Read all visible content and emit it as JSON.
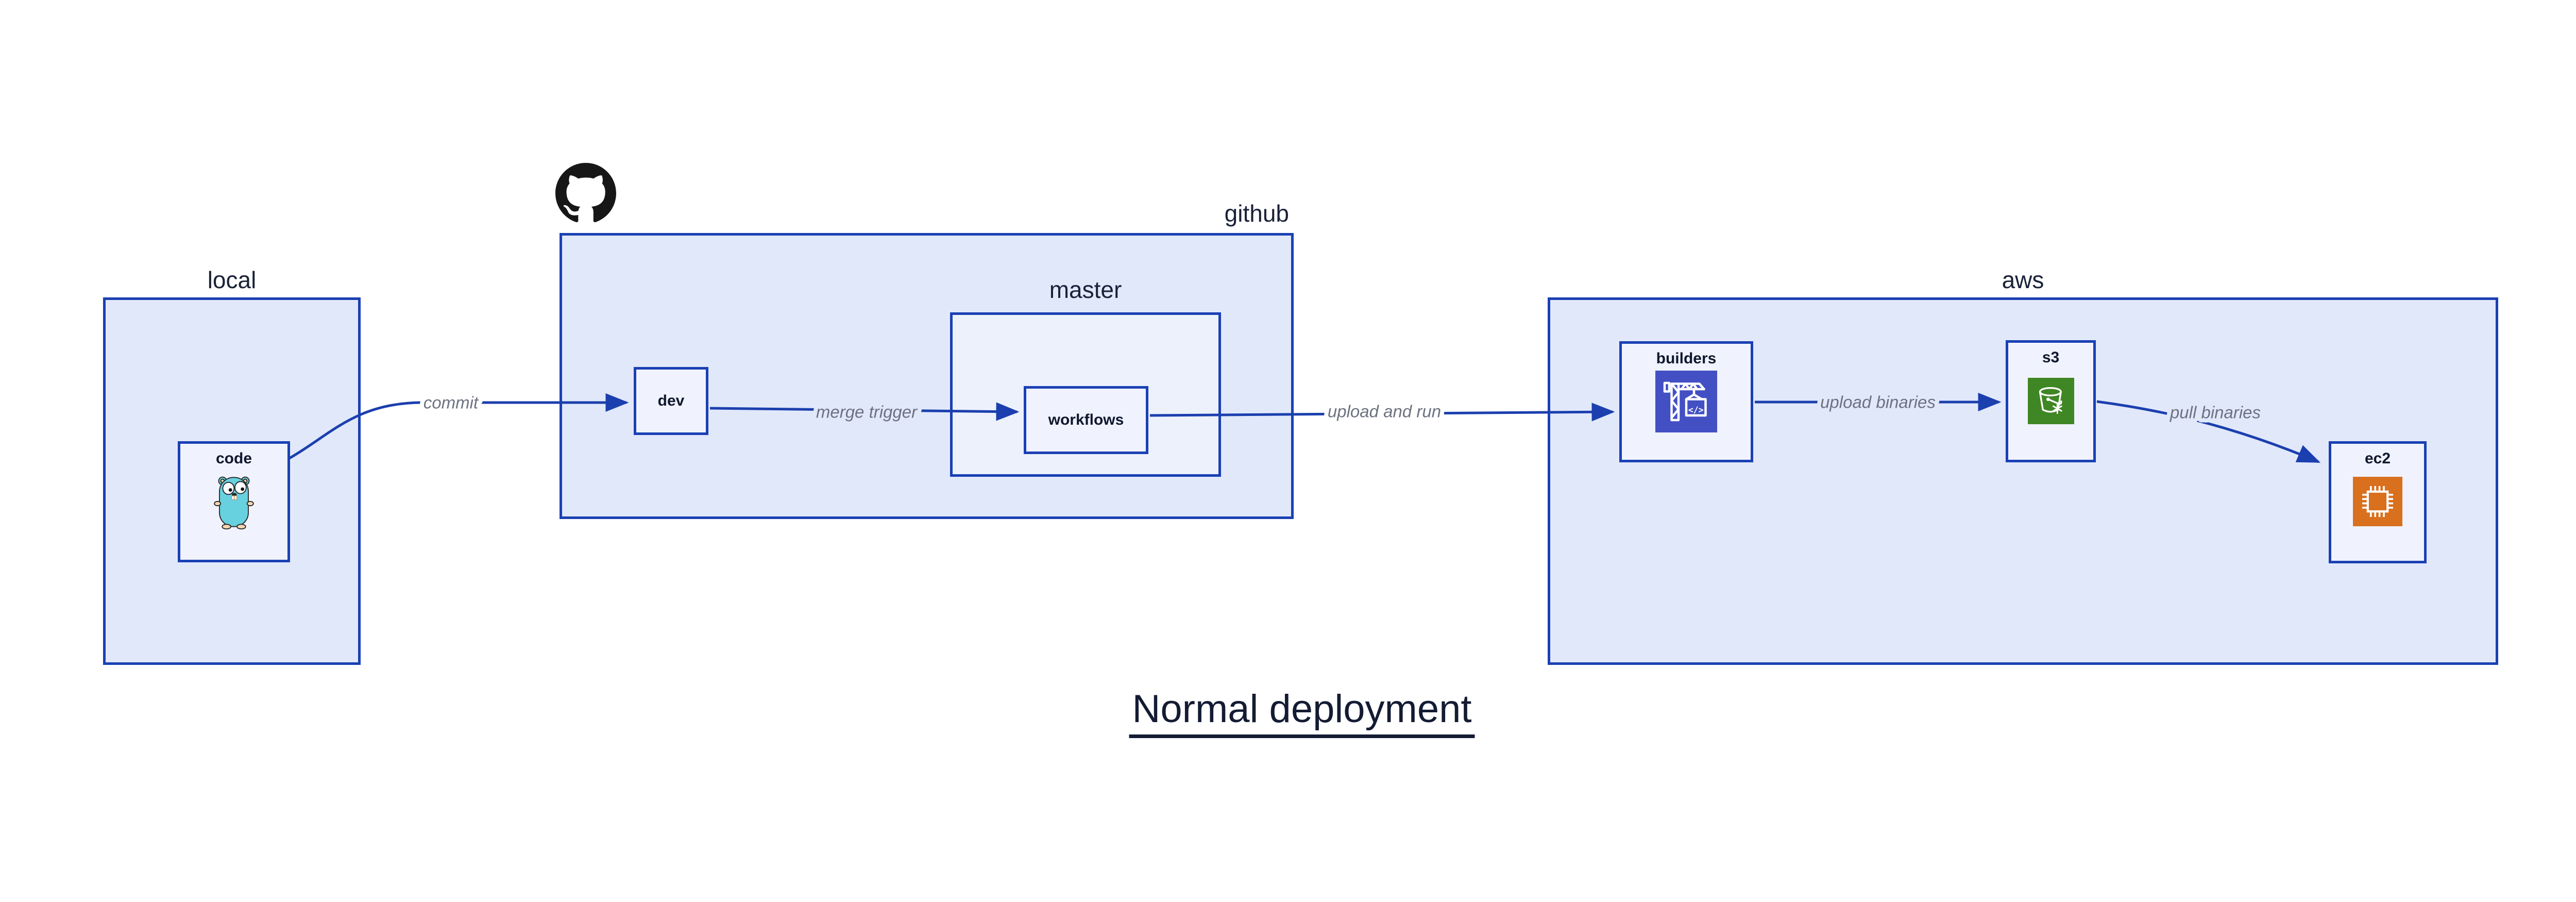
{
  "title": {
    "text": "Normal deployment"
  },
  "groups": {
    "local": {
      "label": "local"
    },
    "github": {
      "label": "github",
      "logo_icon": "github-octocat-logo"
    },
    "master": {
      "label": "master"
    },
    "aws": {
      "label": "aws"
    }
  },
  "nodes": {
    "code": {
      "label": "code",
      "icon": "go-gopher-icon"
    },
    "dev": {
      "label": "dev"
    },
    "workflows": {
      "label": "workflows"
    },
    "builders": {
      "label": "builders",
      "icon": "aws-codebuild-crane-icon",
      "icon_code_text": "</>"
    },
    "s3": {
      "label": "s3",
      "icon": "aws-s3-bucket-snowflake-icon"
    },
    "ec2": {
      "label": "ec2",
      "icon": "aws-ec2-chip-icon"
    }
  },
  "edges": {
    "commit": {
      "label": "commit",
      "from": "code",
      "to": "dev"
    },
    "merge_trigger": {
      "label": "merge trigger",
      "from": "dev",
      "to": "workflows"
    },
    "upload_and_run": {
      "label": "upload and run",
      "from": "workflows",
      "to": "builders"
    },
    "upload_binaries": {
      "label": "upload binaries",
      "from": "builders",
      "to": "s3"
    },
    "pull_binaries": {
      "label": "pull binaries",
      "from": "s3",
      "to": "ec2"
    }
  },
  "colors": {
    "canvas_bg": "#ffffff",
    "container_border": "#1a40b4",
    "container_fill": "#e1e8fa",
    "nested_container_fill": "#edf1fc",
    "node_fill": "#f0f3fd",
    "arrow": "#1b3fae",
    "edge_label": "#6d7280",
    "node_label": "#10182f",
    "group_label": "#1a2238",
    "title": "#141b33",
    "github_logo": "#181717",
    "gopher_body": "#67d1df",
    "gopher_skin": "#f6d7b0",
    "codebuild_icon_bg": "#4350c4",
    "s3_icon_bg": "#3f8624",
    "ec2_icon_bg": "#d9701e"
  }
}
